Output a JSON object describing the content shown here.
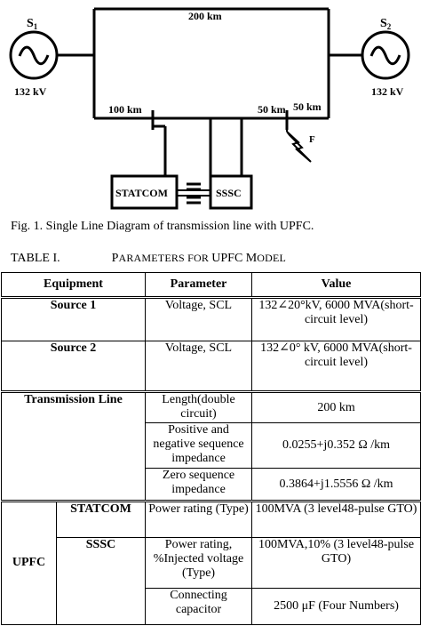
{
  "diagram": {
    "source1": {
      "label": "S",
      "sub": "1",
      "voltage": "132 kV"
    },
    "source2": {
      "label": "S",
      "sub": "2",
      "voltage": "132 kV"
    },
    "line_top": "200 km",
    "line_left": "100 km",
    "line_right_1": "50 km",
    "line_right_2": "50 km",
    "fault": "F",
    "statcom": "STATCOM",
    "sssc": "SSSC"
  },
  "figure_caption": "Fig. 1.    Single Line Diagram of transmission line with UPFC.",
  "table_caption": {
    "number": "TABLE I.",
    "title_first": "P",
    "title_rest": "ARAMETERS FOR ",
    "title_upfc": "UPFC M",
    "title_end": "ODEL"
  },
  "table": {
    "headers": [
      "Equipment",
      "Parameter",
      "Value"
    ],
    "source1": {
      "name": "Source 1",
      "param": "Voltage, SCL",
      "value": "132∠20°kV, 6000 MVA(short-circuit level)"
    },
    "source2": {
      "name": "Source 2",
      "param": "Voltage, SCL",
      "value": "132∠0° kV, 6000 MVA(short-circuit level)"
    },
    "line": {
      "name": "Transmission Line",
      "rows": [
        {
          "param": "Length(double circuit)",
          "value": "200 km"
        },
        {
          "param": "Positive and negative sequence impedance",
          "value": "0.0255+j0.352 Ω /km"
        },
        {
          "param": "Zero sequence impedance",
          "value": "0.3864+j1.5556 Ω /km"
        }
      ]
    },
    "upfc": {
      "name": "UPFC",
      "statcom": {
        "name": "STATCOM",
        "param": "Power rating (Type)",
        "value": "100MVA (3 level48-pulse GTO)"
      },
      "sssc": {
        "name": "SSSC",
        "rows": [
          {
            "param": "Power rating, %Injected voltage (Type)",
            "value": "100MVA,10%  (3 level48-pulse GTO)"
          },
          {
            "param": "Connecting capacitor",
            "value": "2500 μF (Four Numbers)"
          }
        ]
      }
    }
  }
}
